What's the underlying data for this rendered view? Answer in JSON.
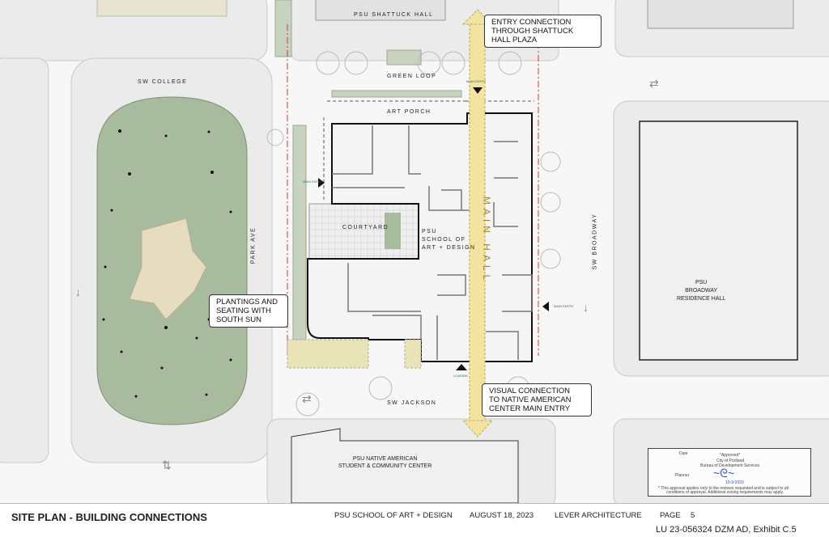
{
  "labels": {
    "shattuck_hall": "PSU SHATTUCK HALL",
    "sw_college": "SW COLLEGE",
    "green_loop": "GREEN LOOP",
    "art_porch": "ART PORCH",
    "courtyard": "COURTYARD",
    "building_name": [
      "PSU",
      "SCHOOL OF",
      "ART + DESIGN"
    ],
    "main_hall": "MAIN HALL",
    "park_ave": "PARK AVE",
    "sw_broadway": "SW BROADWAY",
    "sw_jackson": "SW JACKSON",
    "broadway_residence": [
      "PSU",
      "BROADWAY",
      "RESIDENCE HALL"
    ],
    "native_american_center": [
      "PSU NATIVE AMERICAN",
      "STUDENT & COMMUNITY CENTER"
    ],
    "main_entry": "MAIN ENTRY",
    "loading": "LOADING"
  },
  "callouts": {
    "entry_connection": [
      "ENTRY CONNECTION",
      "THROUGH SHATTUCK",
      "HALL PLAZA"
    ],
    "plantings": [
      "PLANTINGS AND",
      "SEATING WITH",
      "SOUTH SUN"
    ],
    "visual_connection": [
      "VISUAL CONNECTION",
      "TO NATIVE AMERICAN",
      "CENTER MAIN ENTRY"
    ]
  },
  "stamp": {
    "date_label": "Date",
    "approved": "*Approved*",
    "city": "City of Portland",
    "bureau": "Bureau of Development Services",
    "planner_label": "Planner",
    "date_value": "10-9-2023",
    "note1": "* This approval applies only to the reviews requested and is subject to all",
    "note2": "conditions of approval. Additional zoning requirements may apply."
  },
  "footer": {
    "title": "SITE PLAN - BUILDING CONNECTIONS",
    "project": "PSU SCHOOL OF ART + DESIGN",
    "date": "AUGUST 18, 2023",
    "firm": "LEVER ARCHITECTURE",
    "page_label": "PAGE",
    "page_number": "5",
    "case_number": "LU 23-056324 DZM AD, Exhibit C.5"
  },
  "colors": {
    "green": "#a8bb9f",
    "main_hall": "#f3e3a0",
    "beige": "#e6dcc0",
    "block": "#ebebeb"
  }
}
